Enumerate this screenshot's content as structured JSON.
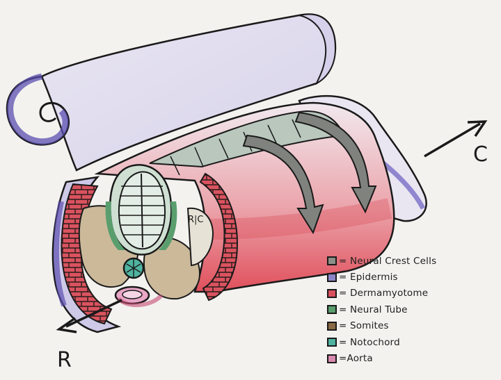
{
  "axis_labels": {
    "caudal": "C",
    "rostral": "R",
    "rc_label": "R|C"
  },
  "legend": [
    {
      "label": "= Neural Crest Cells",
      "color": "#8d8e87",
      "icon": "neural-crest-swatch"
    },
    {
      "label": "= Epidermis",
      "color": "#8c84c8",
      "icon": "epidermis-swatch"
    },
    {
      "label": "= Dermamyotome",
      "color": "#d9505e",
      "icon": "dermamyotome-swatch"
    },
    {
      "label": "= Neural Tube",
      "color": "#5a9e6e",
      "icon": "neural-tube-swatch"
    },
    {
      "label": "= Somites",
      "color": "#8a6a45",
      "icon": "somites-swatch"
    },
    {
      "label": "= Notochord",
      "color": "#4fb3a0",
      "icon": "notochord-swatch"
    },
    {
      "label": "=Aorta",
      "color": "#d98ab0",
      "icon": "aorta-swatch"
    }
  ]
}
